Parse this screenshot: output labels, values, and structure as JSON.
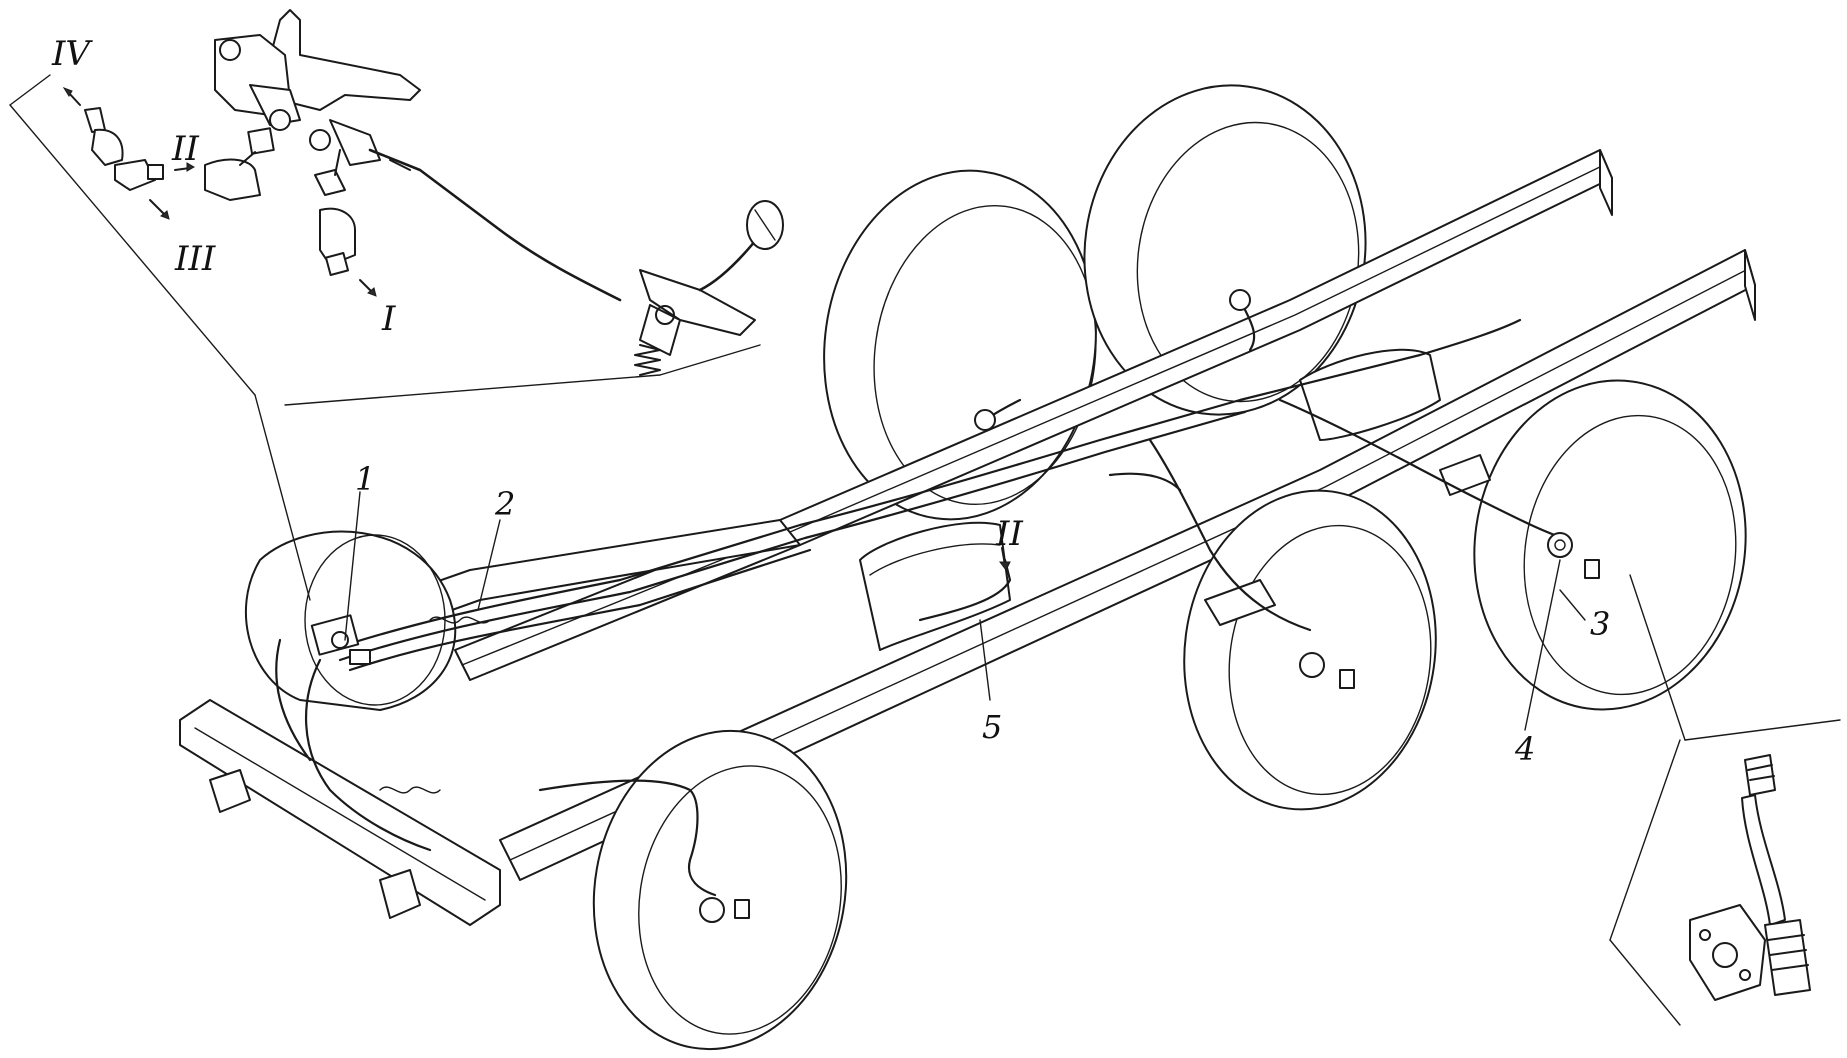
{
  "inset_labels": {
    "outlet_IV": "IV",
    "outlet_II": "II",
    "outlet_III": "III",
    "outlet_I": "I"
  },
  "callouts": {
    "c1": "1",
    "c2": "2",
    "c3": "3",
    "c4": "4",
    "c5": "5",
    "c_II": "II"
  },
  "colors": {
    "ink": "#1a1a1a",
    "paper": "#ffffff"
  }
}
